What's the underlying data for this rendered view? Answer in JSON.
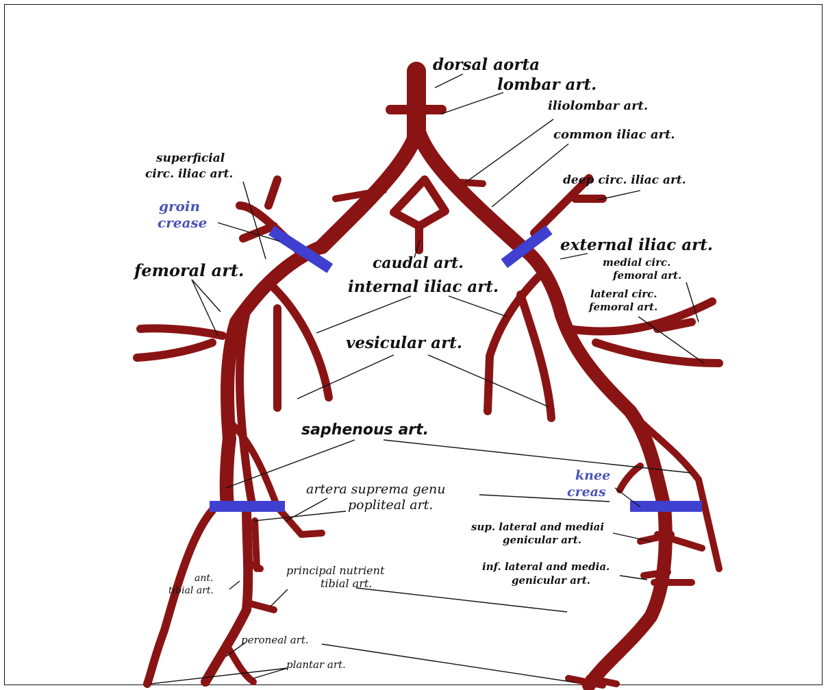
{
  "colors": {
    "artery": "#8a1414",
    "crease_marker": "#3f3fd0",
    "crease_label": "#4a54b8",
    "label": "#111111"
  },
  "labels": {
    "dorsal_aorta": "dorsal aorta",
    "lombar_art": "lombar art.",
    "iliolombar_art": "iliolombar art.",
    "common_iliac_art": "common iliac art.",
    "superficial_line1": "superficial",
    "superficial_line2": "circ. iliac art.",
    "deep_circ_iliac_art": "deep circ. iliac art.",
    "groin_line1": "groin",
    "groin_line2": "crease",
    "external_iliac_art": "external iliac art.",
    "caudal_art": "caudal art.",
    "medial_circ_line1": "medial circ.",
    "medial_circ_line2": "femoral art.",
    "femoral_art": "femoral art.",
    "internal_iliac_art": "internal iliac art.",
    "lateral_circ_line1": "lateral circ.",
    "lateral_circ_line2": "femoral art.",
    "vesicular_art": "vesicular art.",
    "saphenous_art": "saphenous art.",
    "knee_line1": "knee",
    "knee_line2": "creas",
    "artera_suprema_genu": "artera suprema genu",
    "popliteal_art": "popliteal art.",
    "sup_lateral_line1": "sup. lateral and mediai",
    "sup_lateral_line2": "genicular art.",
    "inf_lateral_line1": "inf. lateral and media.",
    "inf_lateral_line2": "genicular art.",
    "principal_line1": "principal nutrient",
    "principal_line2": "tibial art.",
    "ant_line1": "ant.",
    "ant_line2": "tibial art.",
    "peroneal_art": "peroneal art.",
    "plantar_art": "plantar art."
  }
}
